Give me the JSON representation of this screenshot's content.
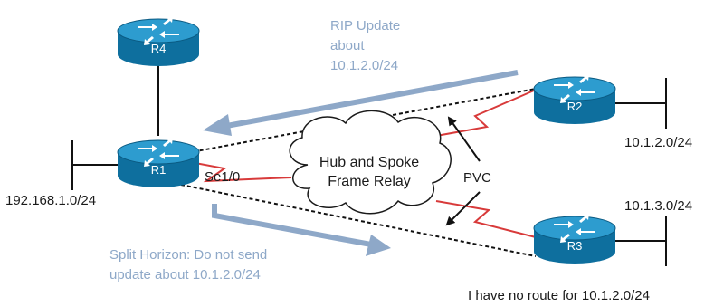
{
  "routers": {
    "r1": {
      "name": "R1"
    },
    "r2": {
      "name": "R2"
    },
    "r3": {
      "name": "R3"
    },
    "r4": {
      "name": "R4"
    }
  },
  "cloud": {
    "line1": "Hub and Spoke",
    "line2": "Frame Relay"
  },
  "interface_label": "Se1/0",
  "pvc_label": "PVC",
  "subnets": {
    "r1_lan": "192.168.1.0/24",
    "r2_lan": "10.1.2.0/24",
    "r3_lan": "10.1.3.0/24"
  },
  "rip_update_note": {
    "line1": "RIP Update",
    "line2": "about",
    "line3": "10.1.2.0/24"
  },
  "split_horizon_note": {
    "line1": "Split Horizon: Do not send",
    "line2": "update about 10.1.2.0/24"
  },
  "r3_note": "I have no route for 10.1.2.0/24",
  "colors": {
    "router_body": "#0e6f9e",
    "router_top": "#2d9ccf",
    "arrow_blue": "#8ea8c8",
    "serial_red": "#d83a3a"
  },
  "icons": [
    "router-icon",
    "cloud-icon",
    "arrow-icon"
  ]
}
